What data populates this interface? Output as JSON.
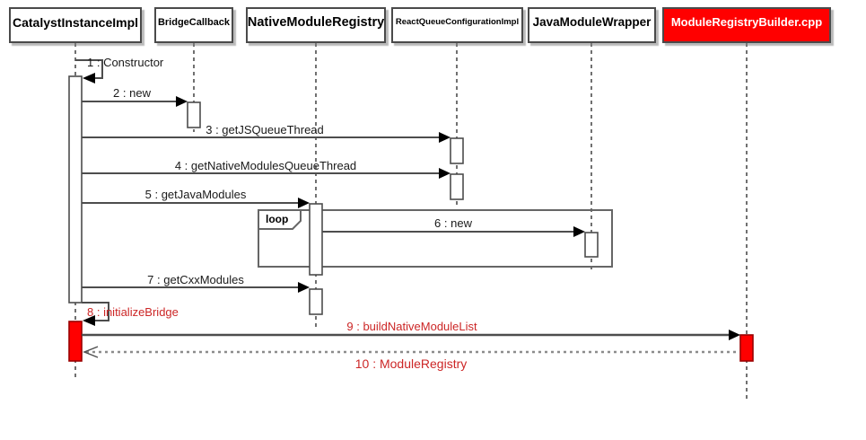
{
  "participants": [
    {
      "label": "CatalystInstanceImpl",
      "highlight": false
    },
    {
      "label": "BridgeCallback",
      "highlight": false
    },
    {
      "label": "NativeModuleRegistry",
      "highlight": false
    },
    {
      "label": "ReactQueueConfigurationImpl",
      "highlight": false
    },
    {
      "label": "JavaModuleWrapper",
      "highlight": false
    },
    {
      "label": "ModuleRegistryBuilder.cpp",
      "highlight": true
    }
  ],
  "messages": [
    {
      "num": "1",
      "label": "1 : Constructor",
      "kind": "self",
      "color": "black",
      "from": "CatalystInstanceImpl",
      "to": "CatalystInstanceImpl"
    },
    {
      "num": "2",
      "label": "2 : new",
      "kind": "call",
      "color": "black",
      "from": "CatalystInstanceImpl",
      "to": "BridgeCallback"
    },
    {
      "num": "3",
      "label": "3 : getJSQueueThread",
      "kind": "call",
      "color": "black",
      "from": "CatalystInstanceImpl",
      "to": "ReactQueueConfigurationImpl"
    },
    {
      "num": "4",
      "label": "4 : getNativeModulesQueueThread",
      "kind": "call",
      "color": "black",
      "from": "CatalystInstanceImpl",
      "to": "ReactQueueConfigurationImpl"
    },
    {
      "num": "5",
      "label": "5 : getJavaModules",
      "kind": "call",
      "color": "black",
      "from": "CatalystInstanceImpl",
      "to": "NativeModuleRegistry"
    },
    {
      "num": "6",
      "label": "6 : new",
      "kind": "call",
      "color": "black",
      "from": "NativeModuleRegistry",
      "to": "JavaModuleWrapper"
    },
    {
      "num": "7",
      "label": "7 : getCxxModules",
      "kind": "call",
      "color": "black",
      "from": "CatalystInstanceImpl",
      "to": "NativeModuleRegistry"
    },
    {
      "num": "8",
      "label": "8 : initializeBridge",
      "kind": "self",
      "color": "red",
      "from": "CatalystInstanceImpl",
      "to": "CatalystInstanceImpl"
    },
    {
      "num": "9",
      "label": "9 : buildNativeModuleList",
      "kind": "call",
      "color": "red",
      "from": "CatalystInstanceImpl",
      "to": "ModuleRegistryBuilder.cpp"
    },
    {
      "num": "10",
      "label": "10 : ModuleRegistry",
      "kind": "return",
      "color": "red",
      "from": "ModuleRegistryBuilder.cpp",
      "to": "CatalystInstanceImpl"
    }
  ],
  "fragment": {
    "label": "loop"
  },
  "colors": {
    "highlight_fill": "#ff0000",
    "red_text": "#cc2626",
    "message_line": "#4d4d4d",
    "lifeline": "#333333",
    "activation_fill": "#ffffff",
    "box_border": "#4a4a4a"
  }
}
